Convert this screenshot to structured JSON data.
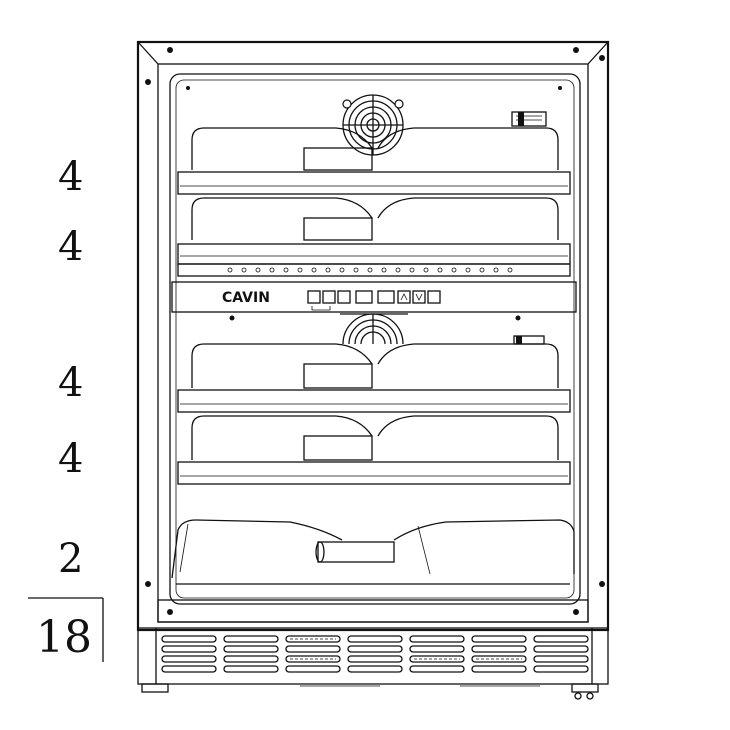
{
  "brand": "CAVIN",
  "shelf_capacities": [
    "4",
    "4",
    "4",
    "4",
    "2"
  ],
  "total_capacity": "18"
}
